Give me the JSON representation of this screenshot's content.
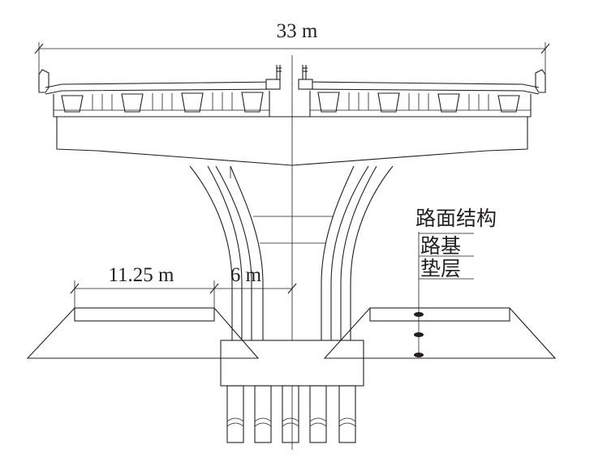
{
  "diagram": {
    "span_label": "33 m",
    "side_span_label": "11.25 m",
    "offset_label": "6 m",
    "layers": {
      "pavement_label": "路面结构",
      "subgrade_label": "路基",
      "cushion_label": "垫层"
    }
  }
}
